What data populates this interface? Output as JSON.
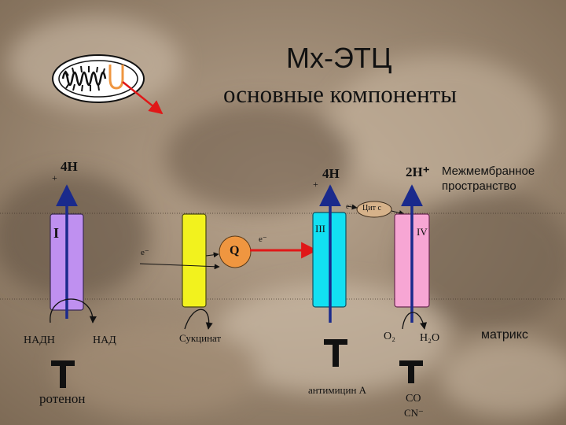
{
  "title": "Мх-ЭТЦ",
  "subtitle": "основные компоненты",
  "labels": {
    "proton_1": "4H",
    "proton_1_sign": "+",
    "proton_3": "4H",
    "proton_3_sign": "+",
    "proton_4": "2H⁺",
    "intermembrane_space": "Межмембранное пространство",
    "complex_1": "I",
    "complex_3": "III",
    "complex_4": "IV",
    "electron_1": "e⁻",
    "electron_2": "e⁻",
    "electron_3": "e⁻",
    "quinone": "Q",
    "cytochrome_c": "Цит с",
    "nadh": "НАДН",
    "nad": "НАД",
    "succinate": "Сукцинат",
    "o2": "O₂",
    "h2o": "H₂O",
    "matrix": "матрикс",
    "rotenone": "ротенон",
    "antimycin": "антимицин А",
    "co": "CO",
    "cn": "CN⁻"
  },
  "colors": {
    "complex_1": "#bf90f0",
    "complex_2": "#f2f21e",
    "complex_3": "#12e0f2",
    "complex_4": "#f7a6d4",
    "quinone": "#ef9640",
    "cytochrome_c": "#d6b28a",
    "red_arrow": "#e01818",
    "blue_arrow": "#1a2a8c"
  },
  "icons": {
    "mitochondrion": "mitochondrion-icon",
    "inhibitor_block": "t-block-icon"
  }
}
